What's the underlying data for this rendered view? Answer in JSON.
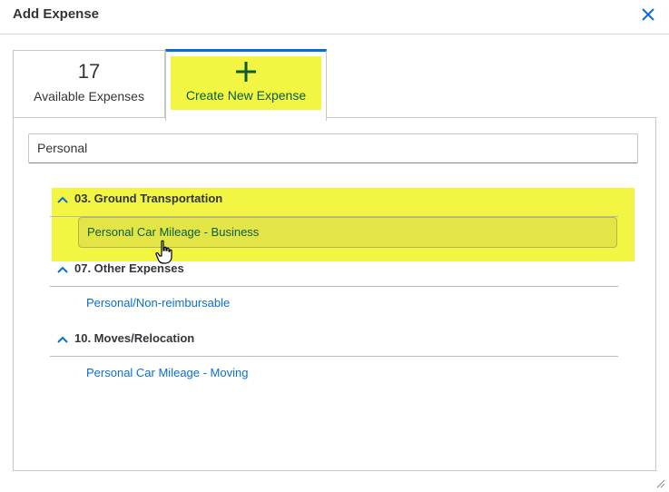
{
  "dialog": {
    "title": "Add Expense"
  },
  "tabs": {
    "available": {
      "count": "17",
      "label": "Available Expenses"
    },
    "create": {
      "label": "Create New Expense"
    }
  },
  "search": {
    "value": "Personal"
  },
  "groups": [
    {
      "label": "03. Ground Transportation",
      "items": [
        "Personal Car Mileage - Business"
      ]
    },
    {
      "label": "07. Other Expenses",
      "items": [
        "Personal/Non-reimbursable"
      ]
    },
    {
      "label": "10. Moves/Relocation",
      "items": [
        "Personal Car Mileage - Moving"
      ]
    }
  ],
  "colors": {
    "accent": "#0a6ed1",
    "highlight": "#f2f542",
    "selected_text": "#0a5c3c"
  },
  "icons": {
    "close": "close-icon",
    "plus": "plus-icon",
    "chevron": "chevron-up-icon",
    "cursor": "hand-cursor-icon"
  }
}
